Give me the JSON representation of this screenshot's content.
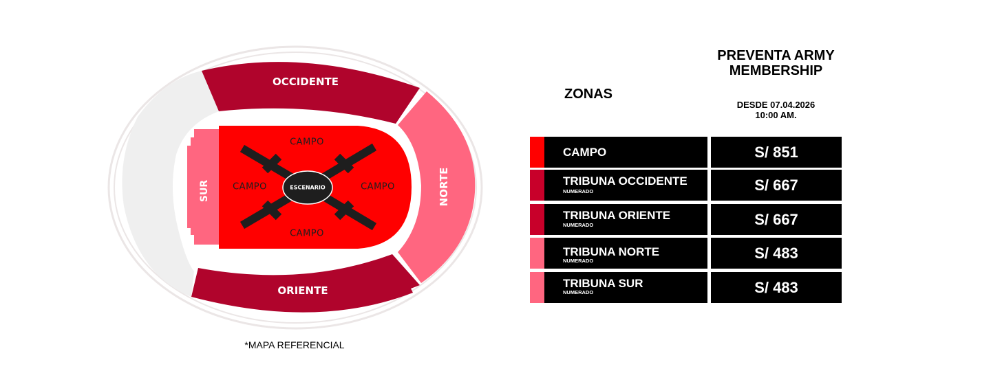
{
  "map": {
    "sections": {
      "occidente": "OCCIDENTE",
      "oriente": "ORIENTE",
      "norte": "NORTE",
      "sur": "SUR",
      "campo_top": "CAMPO",
      "campo_left": "CAMPO",
      "campo_right": "CAMPO",
      "campo_bottom": "CAMPO",
      "stage": "ESCENARIO"
    },
    "note": "*MAPA REFERENCIAL"
  },
  "table": {
    "zones_header": "ZONAS",
    "price_header": "PREVENTA ARMY MEMBERSHIP",
    "date_prefix": "DESDE",
    "date": "07.04.2026",
    "time": "10:00 AM.",
    "rows": [
      {
        "zone": "CAMPO",
        "sub": "",
        "price": "S/ 851",
        "color": "#ff0000"
      },
      {
        "zone": "TRIBUNA OCCIDENTE",
        "sub": "NUMERADO",
        "price": "S/ 667",
        "color": "#c8002a"
      },
      {
        "zone": "TRIBUNA ORIENTE",
        "sub": "NUMERADO",
        "price": "S/ 667",
        "color": "#c8002a"
      },
      {
        "zone": "TRIBUNA NORTE",
        "sub": "NUMERADO",
        "price": "S/ 483",
        "color": "#ff6680"
      },
      {
        "zone": "TRIBUNA SUR",
        "sub": "NUMERADO",
        "price": "S/ 483",
        "color": "#ff6680"
      }
    ]
  },
  "colors": {
    "campo": "#ff0000",
    "occidente_oriente": "#b0042c",
    "norte_sur": "#ff6680",
    "stage": "#1e1e1e",
    "unused": "#efefef"
  }
}
